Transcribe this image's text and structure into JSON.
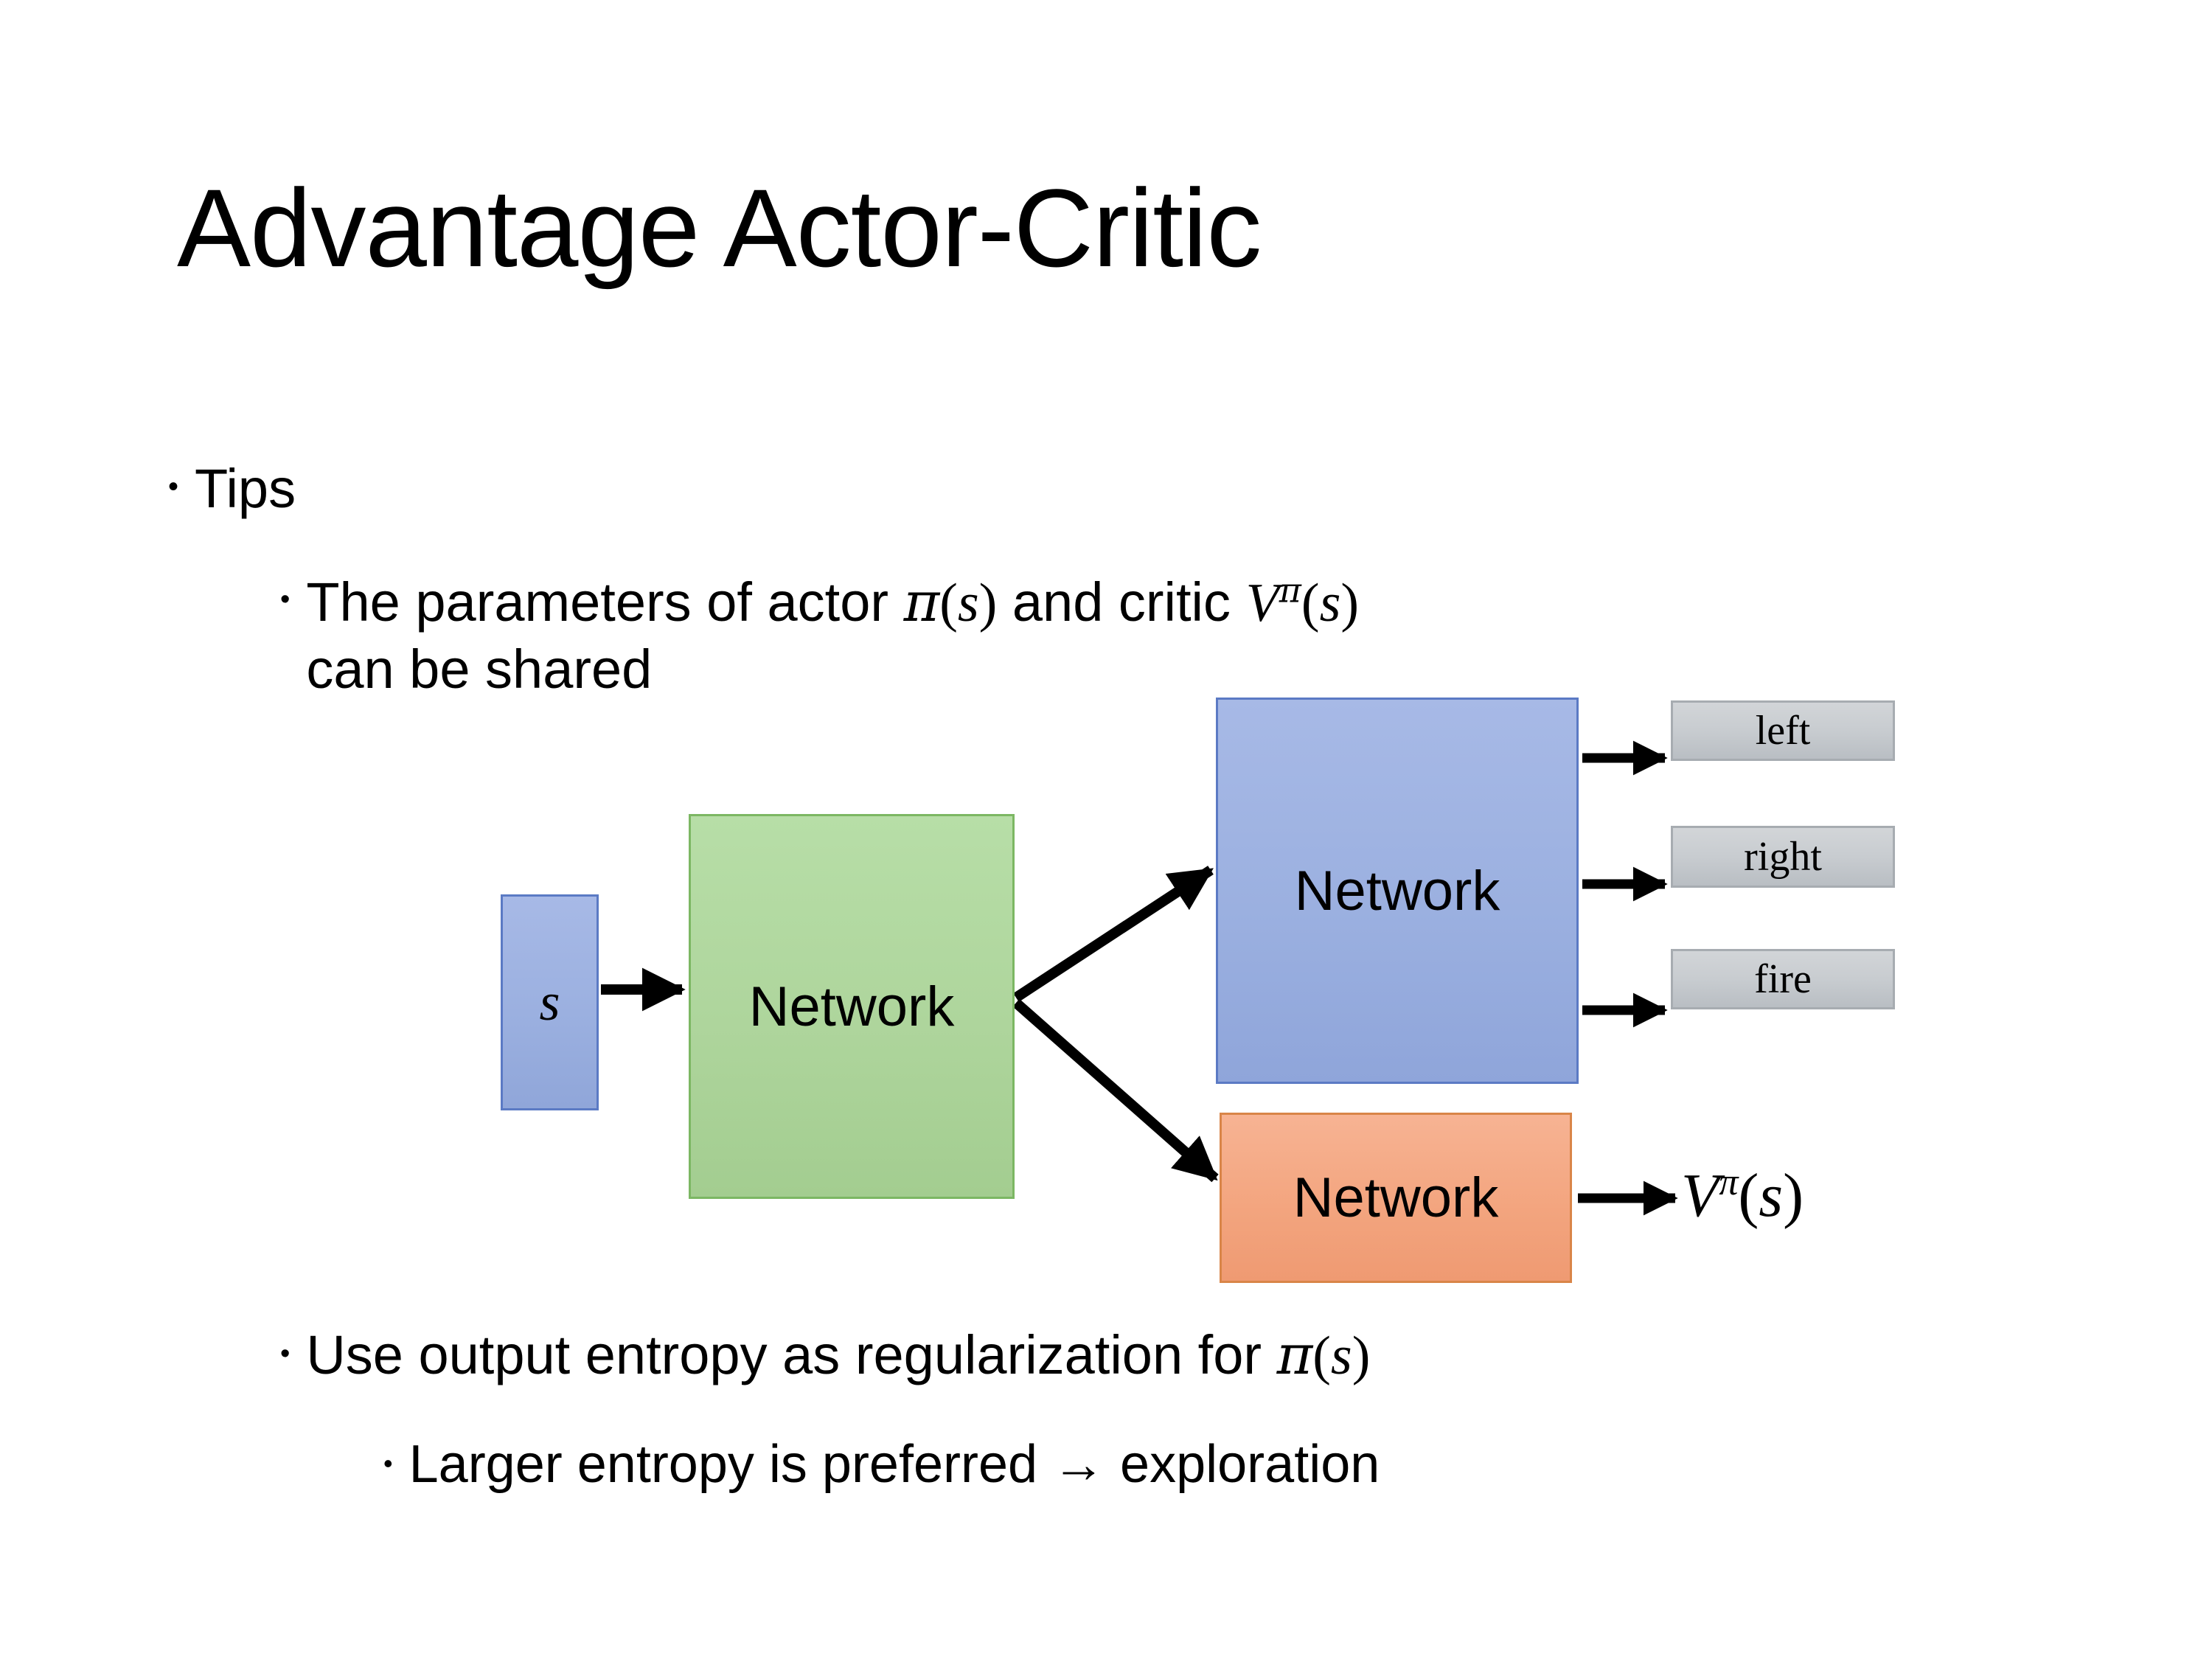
{
  "slide": {
    "title": "Advantage Actor-Critic",
    "bullets": {
      "tips": "Tips",
      "params_line1_a": "The parameters of actor ",
      "params_math1": "π(s)",
      "params_line1_b": "  and critic ",
      "params_math2": "Vπ(s)",
      "params_line2": "can be shared",
      "entropy_a": "Use output entropy as regularization for ",
      "entropy_math": "π(s)",
      "larger": "Larger entropy is preferred → exploration"
    },
    "bullet_glyph": "•"
  },
  "diagram": {
    "state_box": {
      "label": "s",
      "fill": "#9bb0e0",
      "border": "#5b7ac4"
    },
    "shared_network": {
      "label": "Network",
      "fill": "#aed59c",
      "border": "#7cb763"
    },
    "actor_network": {
      "label": "Network",
      "fill": "#9bb0e0",
      "border": "#5b7ac4"
    },
    "critic_network": {
      "label": "Network",
      "fill": "#f3a57f",
      "border": "#d98548"
    },
    "actions": [
      {
        "label": "left",
        "fill": "#c8ccd0",
        "border": "#a7acb1"
      },
      {
        "label": "right",
        "fill": "#c8ccd0",
        "border": "#a7acb1"
      },
      {
        "label": "fire",
        "fill": "#c8ccd0",
        "border": "#a7acb1"
      }
    ],
    "value_output": {
      "base": "V",
      "superscript": "π",
      "arg": "(s)"
    },
    "arrow_color": "#000000"
  }
}
